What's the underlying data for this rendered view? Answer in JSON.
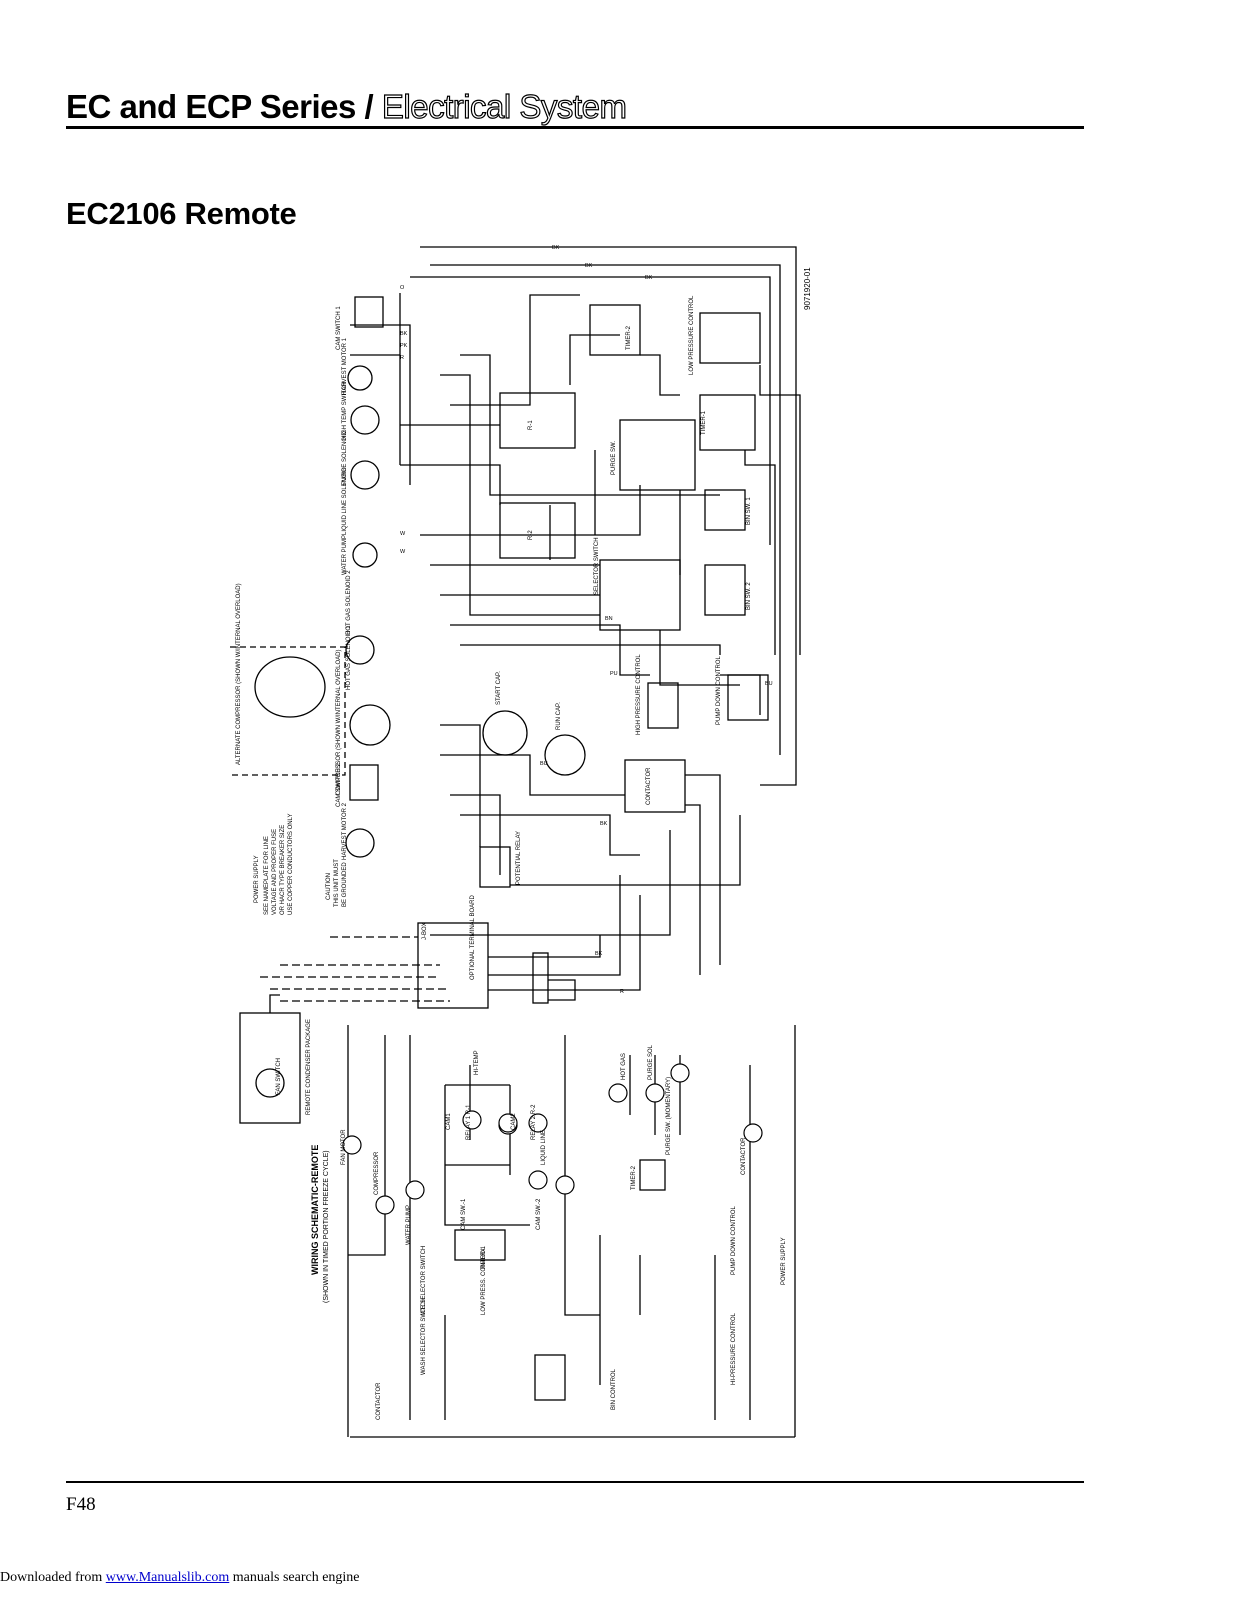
{
  "header": {
    "series": "EC and ECP Series /",
    "section": "Electrical System"
  },
  "title": "EC2106 Remote",
  "page_number": "F48",
  "footer": {
    "prefix": "Downloaded from ",
    "link": "www.Manualslib.com",
    "suffix": " manuals search engine"
  },
  "diagram": {
    "part_number": "9071920-01",
    "labels": {
      "cam_switch_1": "CAM SWITCH 1",
      "harvest_motor_1": "HARVEST MOTOR 1",
      "high_temp_switch": "HIGH TEMP SWITCH",
      "purge_solenoid": "PURGE SOLENOID",
      "liquid_line_solenoid": "LIQUID LINE SOLENOID",
      "water_pump": "WATER PUMP",
      "hot_gas_solenoid_2": "HOT GAS SOLENOID 2",
      "hot_gas_solenoid_1": "HOT GAS SOLENOID 1",
      "alternate_compressor": "ALTERNATE COMPRESSOR (SHOWN W/INTERNAL OVERLOAD)",
      "compressor": "COMPRESSOR (SHOWN W/INTERNAL OVERLOAD)",
      "cam_switch_2": "CAM SWITCH 2",
      "harvest_motor_2": "HARVEST MOTOR 2",
      "power_supply": "POWER SUPPLY",
      "power_note_1": "SEE NAMEPLATE FOR LINE",
      "power_note_2": "VOLTAGE AND PROPER FUSE",
      "power_note_3": "OR HACR TYPE BREAKER SIZE",
      "power_note_4": "USE COPPER CONDUCTORS ONLY",
      "caution": "CAUTION",
      "caution_note_1": "THIS UNIT MUST",
      "caution_note_2": "BE GROUNDED",
      "remote_condenser": "REMOTE CONDENSER PACKAGE",
      "fan_switch": "FAN SWITCH",
      "jbox": "J-BOX",
      "optional_terminal_board": "OPTIONAL TERMINAL BOARD",
      "timer_2": "TIMER-2",
      "timer_1": "TIMER-1",
      "low_pressure_control": "LOW PRESSURE CONTROL",
      "purge_sw": "PURGE SW.",
      "bin_sw_1": "BIN SW. 1",
      "bin_sw_2": "BIN SW. 2",
      "selector_switch": "SELECTOR SWITCH",
      "high_pressure_control": "HIGH PRESSURE CONTROL",
      "pump_down_control": "PUMP DOWN CONTROL",
      "start_cap": "START CAP.",
      "run_cap": "RUN CAP.",
      "contactor": "CONTACTOR",
      "potential_relay": "POTENTIAL RELAY",
      "r1": "R-1",
      "r2": "R-2"
    },
    "wire_codes": [
      "BK",
      "R",
      "PK",
      "O",
      "BU",
      "BN",
      "W",
      "PU"
    ],
    "schematic": {
      "title": "WIRING SCHEMATIC-REMOTE",
      "subtitle": "(SHOWN IN TIMED PORTION FREEZE CYCLE)",
      "labels": {
        "fan_motor": "FAN MOTOR",
        "compressor": "COMPRESSOR",
        "water_pump": "WATER PUMP",
        "hi_temp": "HI-TEMP",
        "cam1": "CAM1",
        "relay1": "RELAY 1 R-1",
        "cam2": "CAM2",
        "relay2": "RELAY 2 R-2",
        "liquid_line": "LIQUID LINE",
        "hot_gas": "HOT GAS",
        "purge_sol": "PURGE SOL",
        "purge_sw": "PURGE SW. (MOMENTARY)",
        "contactor": "CONTACTOR",
        "power_supply": "POWER SUPPLY",
        "pump_down_control": "PUMP DOWN CONTROL",
        "hi_pressure_control": "HI-PRESSURE CONTROL",
        "ice_selector_switch": "ICE SELECTOR SWITCH",
        "wash_selector_switch": "WASH SELECTOR SWITCH",
        "low_press_control": "LOW PRESS. CONTROL",
        "timer_1": "TIMER-1",
        "timer_2": "TIMER-2",
        "cam_sw_1": "CAM SW.-1",
        "cam_sw_2": "CAM SW.-2",
        "bin_control": "BIN CONTROL",
        "contactor_left": "CONTACTOR"
      }
    }
  }
}
